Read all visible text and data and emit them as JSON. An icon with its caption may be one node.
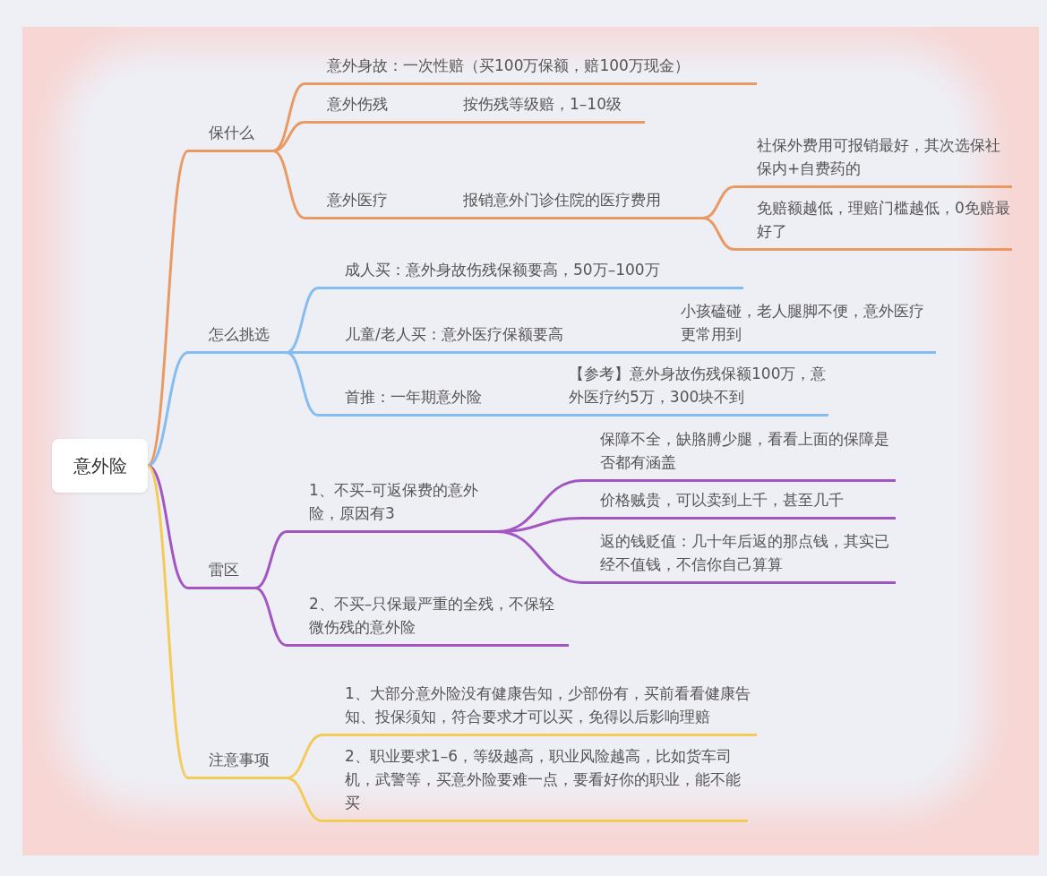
{
  "diagram": {
    "nodes": [
      {
        "text": [
          "意外险"
        ]
      },
      {
        "text": [
          "保什么"
        ]
      },
      {
        "text": [
          "意外身故：一次性赔（买100万保额，赔100万现金）"
        ]
      },
      {
        "text": [
          "意外伤残"
        ]
      },
      {
        "text": [
          "按伤残等级赔，1–10级"
        ]
      },
      {
        "text": [
          "意外医疗"
        ]
      },
      {
        "text": [
          "报销意外门诊住院的医疗费用"
        ]
      },
      {
        "text": [
          "社保外费用可报销最好，其次选保社保内+自费药的"
        ]
      },
      {
        "text": [
          "免赔额越低，理赔门槛越低，0免赔最好了"
        ]
      },
      {
        "text": [
          "怎么挑选"
        ]
      },
      {
        "text": [
          "成人买：意外身故伤残保额要高，50万–100万"
        ]
      },
      {
        "text": [
          "儿童/老人买：意外医疗保额要高"
        ]
      },
      {
        "text": [
          "小孩磕碰，老人腿脚不便，意外医疗更常用到"
        ]
      },
      {
        "text": [
          "首推：一年期意外险"
        ]
      },
      {
        "text": [
          "【参考】意外身故伤残保额100万，意外医疗约5万，300块不到"
        ]
      },
      {
        "text": [
          "雷区"
        ]
      },
      {
        "text": [
          "1、不买–可返保费的意外险，原因有3"
        ]
      },
      {
        "text": [
          "保障不全，缺胳膊少腿，看看上面的保障是否都有涵盖"
        ]
      },
      {
        "text": [
          "价格贼贵，可以卖到上千，甚至几千"
        ]
      },
      {
        "text": [
          "返的钱贬值：几十年后返的那点钱，其实已经不值钱，不信你自己算算"
        ]
      },
      {
        "text": [
          "2、不买–只保最严重的全残，不保轻微伤残的意外险"
        ]
      },
      {
        "text": [
          "注意事项"
        ]
      },
      {
        "text": [
          "1、大部分意外险没有健康告知，少部份有，买前看看健康告知、投保须知，符合要求才可以买，免得以后影响理赔"
        ]
      },
      {
        "text": [
          "2、职业要求1–6，等级越高，职业风险越高，比如货车司机，武警等，买意外险要难一点，要看好你的职业，能不能买"
        ]
      }
    ],
    "edges": [
      {
        "from": 0,
        "to": 1,
        "arrow": "none",
        "color": "#e99a62"
      },
      {
        "from": 1,
        "to": 2,
        "arrow": "none",
        "color": "#e99a62"
      },
      {
        "from": 1,
        "to": 3,
        "arrow": "none",
        "color": "#e99a62"
      },
      {
        "from": 3,
        "to": 4,
        "arrow": "none",
        "color": "#e99a62"
      },
      {
        "from": 1,
        "to": 5,
        "arrow": "none",
        "color": "#e99a62"
      },
      {
        "from": 5,
        "to": 6,
        "arrow": "none",
        "color": "#e99a62"
      },
      {
        "from": 6,
        "to": 7,
        "arrow": "none",
        "color": "#e99a62"
      },
      {
        "from": 6,
        "to": 8,
        "arrow": "none",
        "color": "#e99a62"
      },
      {
        "from": 0,
        "to": 9,
        "arrow": "none",
        "color": "#85bdf0"
      },
      {
        "from": 9,
        "to": 10,
        "arrow": "none",
        "color": "#85bdf0"
      },
      {
        "from": 9,
        "to": 11,
        "arrow": "none",
        "color": "#85bdf0"
      },
      {
        "from": 11,
        "to": 12,
        "arrow": "none",
        "color": "#85bdf0"
      },
      {
        "from": 9,
        "to": 13,
        "arrow": "none",
        "color": "#85bdf0"
      },
      {
        "from": 13,
        "to": 14,
        "arrow": "none",
        "color": "#85bdf0"
      },
      {
        "from": 0,
        "to": 15,
        "arrow": "none",
        "color": "#a256c2"
      },
      {
        "from": 15,
        "to": 16,
        "arrow": "none",
        "color": "#a256c2"
      },
      {
        "from": 16,
        "to": 17,
        "arrow": "none",
        "color": "#a256c2"
      },
      {
        "from": 16,
        "to": 18,
        "arrow": "none",
        "color": "#a256c2"
      },
      {
        "from": 16,
        "to": 19,
        "arrow": "none",
        "color": "#a256c2"
      },
      {
        "from": 15,
        "to": 20,
        "arrow": "none",
        "color": "#a256c2"
      },
      {
        "from": 0,
        "to": 21,
        "arrow": "none",
        "color": "#f3cb58"
      },
      {
        "from": 21,
        "to": 22,
        "arrow": "none",
        "color": "#f3cb58"
      },
      {
        "from": 21,
        "to": 23,
        "arrow": "none",
        "color": "#f3cb58"
      }
    ]
  }
}
